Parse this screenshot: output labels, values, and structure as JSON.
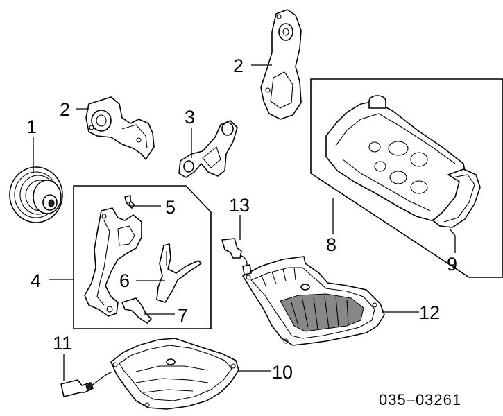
{
  "callouts": {
    "c1": "1",
    "c2a": "2",
    "c2b": "2",
    "c3": "3",
    "c4": "4",
    "c5": "5",
    "c6": "6",
    "c7": "7",
    "c8": "8",
    "c9": "9",
    "c10": "10",
    "c11": "11",
    "c12": "12",
    "c13": "13"
  },
  "diagram_code": "035–03261"
}
